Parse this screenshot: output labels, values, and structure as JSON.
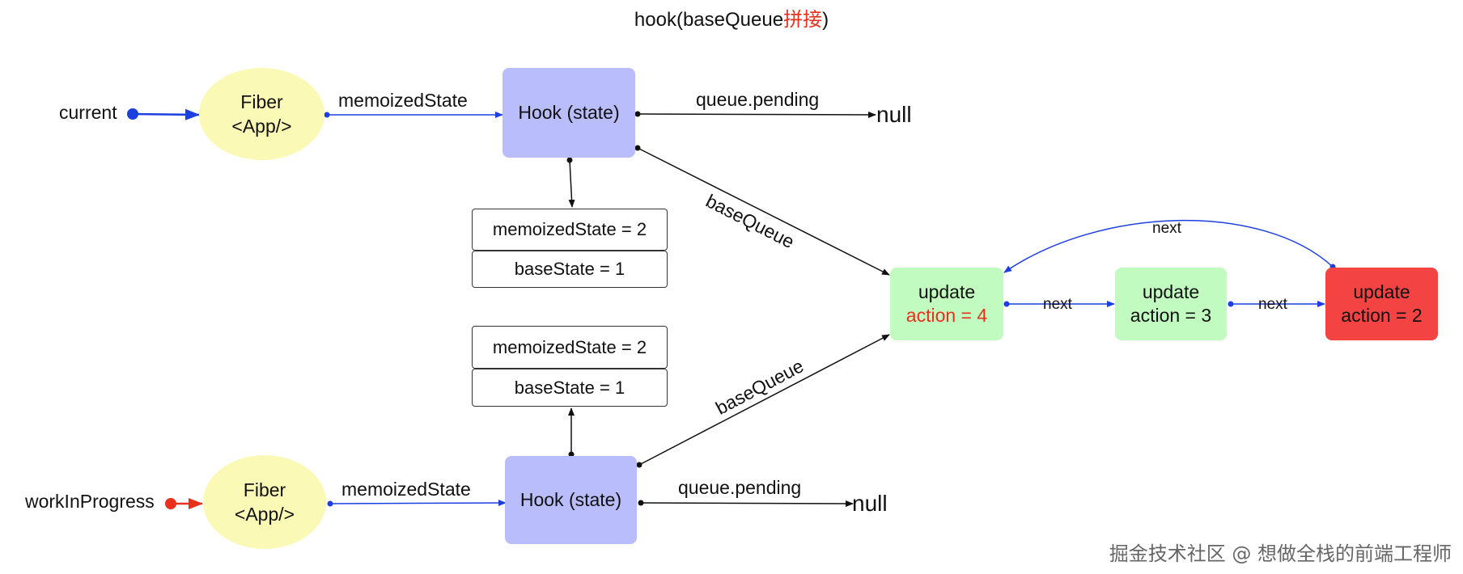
{
  "title": {
    "prefix": "hook(baseQueue",
    "highlight": "拼接",
    "suffix": ")"
  },
  "current": {
    "label": "current",
    "fiber": {
      "line1": "Fiber",
      "line2": "<App/>"
    },
    "memoized_label": "memoizedState",
    "hook_label": "Hook (state)",
    "pending_label": "queue.pending",
    "null_label": "null",
    "base_queue_label": "baseQueue",
    "state": {
      "memoized": "memoizedState = 2",
      "base": "baseState = 1"
    }
  },
  "wip": {
    "label": "workInProgress",
    "fiber": {
      "line1": "Fiber",
      "line2": "<App/>"
    },
    "memoized_label": "memoizedState",
    "hook_label": "Hook (state)",
    "pending_label": "queue.pending",
    "null_label": "null",
    "base_queue_label": "baseQueue",
    "state": {
      "memoized": "memoizedState = 2",
      "base": "baseState = 1"
    }
  },
  "updates": [
    {
      "title": "update",
      "action": "action = 4",
      "color": "#c2fbc0"
    },
    {
      "title": "update",
      "action": "action = 3",
      "color": "#c2fbc0"
    },
    {
      "title": "update",
      "action": "action = 2",
      "color": "#f34343"
    }
  ],
  "next_label": "next",
  "watermark": "掘金技术社区 @ 想做全栈的前端工程师",
  "colors": {
    "blue": "#1c3fe0",
    "red": "#e8301c",
    "black": "#111111"
  }
}
